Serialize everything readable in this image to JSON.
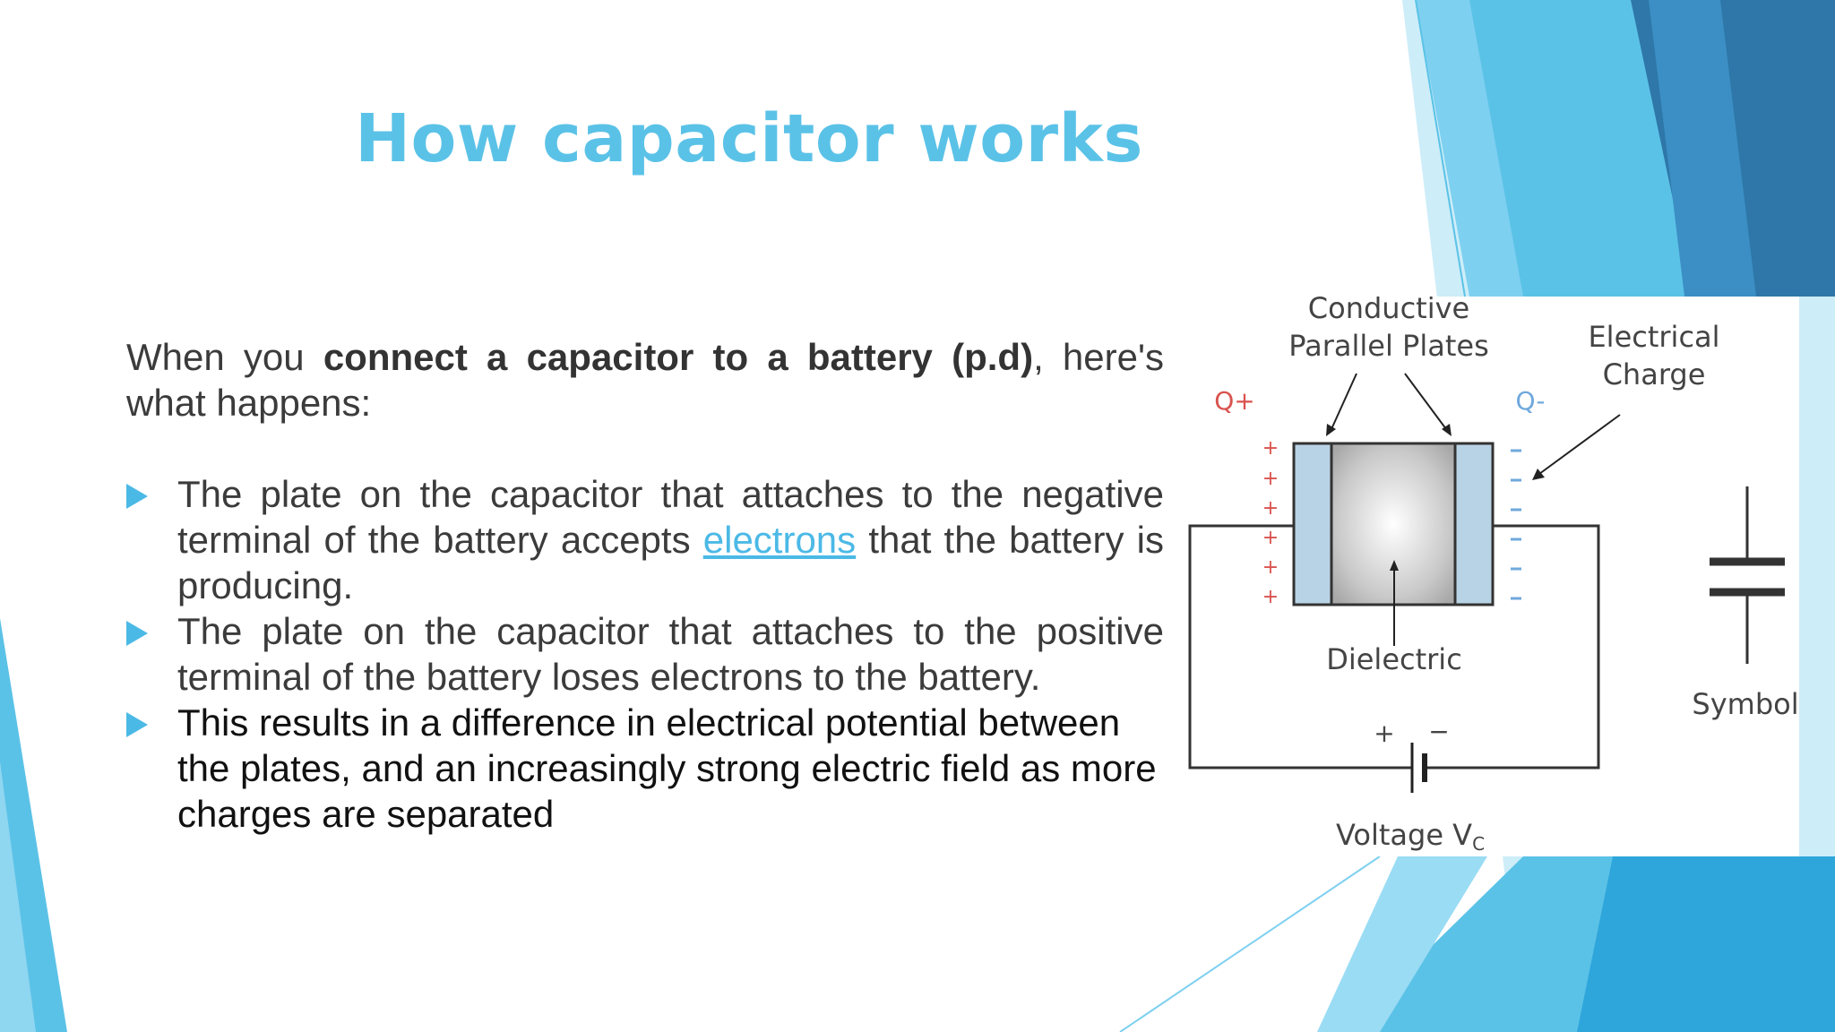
{
  "slide": {
    "title": "How capacitor works",
    "intro": {
      "before": "When you ",
      "bold": "connect a capacitor to a battery (p.d)",
      "after": ", here's what happens:"
    },
    "bullets": [
      {
        "before": "The plate on the capacitor that attaches to the negative terminal of the battery accepts ",
        "link": "electrons",
        "after": " that the battery is producing."
      },
      {
        "text": "The plate on the capacitor that attaches to the positive terminal of the battery loses electrons to the battery."
      },
      {
        "text": "This results in a difference in electrical potential between the plates, and an increasingly strong electric field as more charges are separated"
      }
    ]
  },
  "diagram": {
    "plates_label_line1": "Conductive",
    "plates_label_line2": "Parallel Plates",
    "charge_label_line1": "Electrical",
    "charge_label_line2": "Charge",
    "q_plus": "Q+",
    "q_minus": "Q-",
    "dielectric_label": "Dielectric",
    "symbol_label": "Symbol",
    "voltage_label": "Voltage V",
    "voltage_subscript": "C",
    "battery_plus": "+",
    "battery_minus": "−",
    "plus_sign": "+",
    "minus_sign": "−"
  },
  "colors": {
    "title": "#5BC2E7",
    "accent": "#4BB9E6",
    "plate_fill": "#B9D3E6",
    "q_plus": "#D9534F",
    "q_minus": "#6FA8DC"
  }
}
